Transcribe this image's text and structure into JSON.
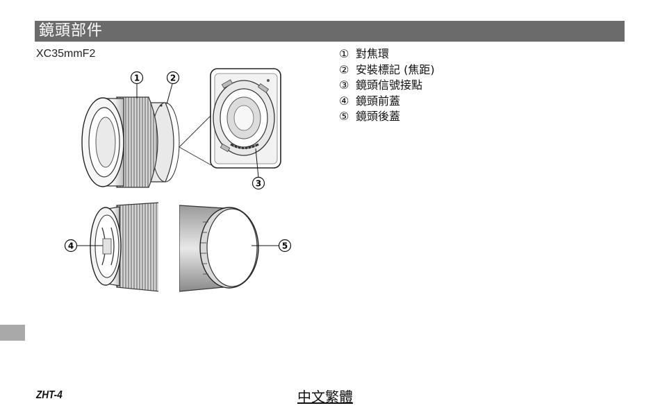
{
  "section": {
    "title": "鏡頭部件"
  },
  "model": "XC35mmF2",
  "parts": [
    {
      "num": "①",
      "label": "對焦環"
    },
    {
      "num": "②",
      "label": "安裝標記 (焦距)"
    },
    {
      "num": "③",
      "label": "鏡頭信號接點"
    },
    {
      "num": "④",
      "label": "鏡頭前蓋"
    },
    {
      "num": "⑤",
      "label": "鏡頭後蓋"
    }
  ],
  "callouts": [
    "1",
    "2",
    "3",
    "4",
    "5"
  ],
  "footer": {
    "page_number": "ZHT-4",
    "language": "中文繁體"
  }
}
